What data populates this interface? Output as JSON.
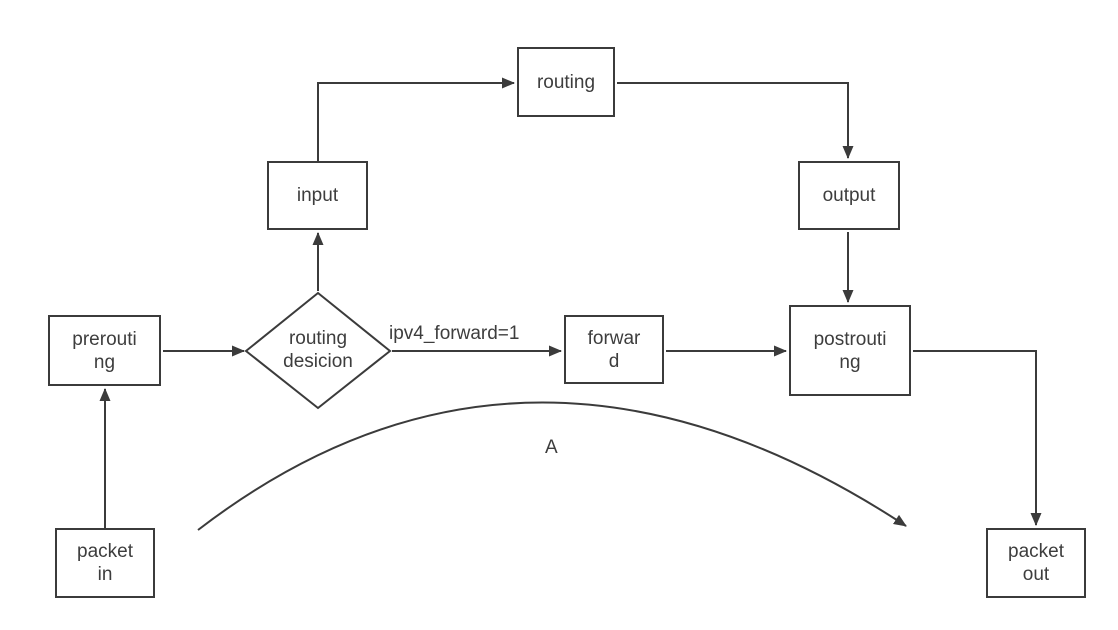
{
  "diagram": {
    "colors": {
      "background": "#ffffff",
      "stroke": "#3b3b3b",
      "text": "#3d3d3d"
    },
    "nodes": {
      "routing": {
        "lines": [
          "routing"
        ]
      },
      "input": {
        "lines": [
          "input"
        ]
      },
      "output": {
        "lines": [
          "output"
        ]
      },
      "prerouting": {
        "lines": [
          "prerouti",
          "ng"
        ]
      },
      "routing_decision": {
        "lines": [
          "routing",
          "desicion"
        ]
      },
      "forward": {
        "lines": [
          "forwar",
          "d"
        ]
      },
      "postrouting": {
        "lines": [
          "postrouti",
          "ng"
        ]
      },
      "packet_in": {
        "lines": [
          "packet",
          "in"
        ]
      },
      "packet_out": {
        "lines": [
          "packet",
          "out"
        ]
      }
    },
    "edge_labels": {
      "forward_condition": "ipv4_forward=1",
      "bypass_curve": "A"
    }
  }
}
